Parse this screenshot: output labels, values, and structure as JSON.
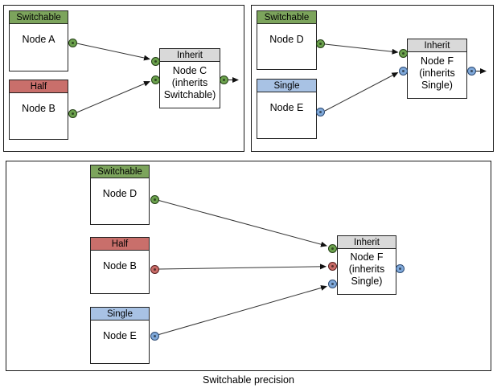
{
  "caption": "Switchable precision",
  "colors": {
    "switchable_green": "#7ca45c",
    "half_red": "#c96f6b",
    "single_blue": "#a8c2e4",
    "inherit_gray": "#d9d9d9",
    "port_green": "#6ba14d",
    "port_red": "#c96b67",
    "port_blue": "#7fa8d9"
  },
  "panel1": {
    "nodeA": {
      "kind": "switchable",
      "header": "Switchable",
      "body": "Node A",
      "port_out": "green"
    },
    "nodeB": {
      "kind": "half",
      "header": "Half",
      "body": "Node B",
      "port_out": "green"
    },
    "nodeC": {
      "kind": "inherit",
      "header": "Inherit",
      "body": "Node C (inherits Switchable)",
      "port_in1": "green",
      "port_in2": "green",
      "port_out": "green"
    }
  },
  "panel2": {
    "nodeD": {
      "kind": "switchable",
      "header": "Switchable",
      "body": "Node D",
      "port_out": "green"
    },
    "nodeE": {
      "kind": "single",
      "header": "Single",
      "body": "Node E",
      "port_out": "blue"
    },
    "nodeF": {
      "kind": "inherit",
      "header": "Inherit",
      "body": "Node F (inherits Single)",
      "port_in1": "green",
      "port_in2": "blue",
      "port_out": "blue"
    }
  },
  "panel3": {
    "nodeD": {
      "kind": "switchable",
      "header": "Switchable",
      "body": "Node D",
      "port_out": "green"
    },
    "nodeB": {
      "kind": "half",
      "header": "Half",
      "body": "Node B",
      "port_out": "red"
    },
    "nodeE": {
      "kind": "single",
      "header": "Single",
      "body": "Node E",
      "port_out": "blue"
    },
    "nodeF": {
      "kind": "inherit",
      "header": "Inherit",
      "body": "Node F (inherits Single)",
      "port_in1": "green",
      "port_in2": "red",
      "port_in3": "blue",
      "port_out": "blue"
    }
  }
}
